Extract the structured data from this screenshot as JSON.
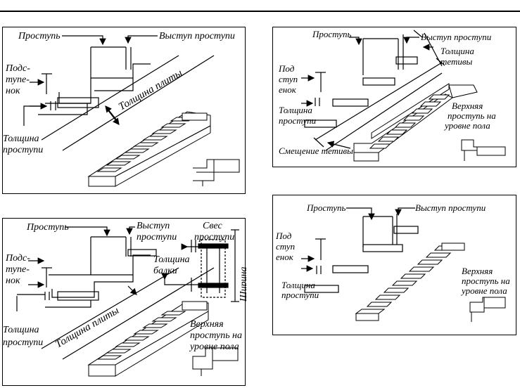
{
  "colors": {
    "ink": "#000000",
    "paper": "#ffffff"
  },
  "panel_a": {
    "tread": "Проступь",
    "nosing": "Выступ проступи",
    "riser_1": "Подс-",
    "riser_2": "тупе-",
    "riser_3": "нок",
    "slab": "Толщина плиты",
    "tread_thick_1": "Толщина",
    "tread_thick_2": "проступи"
  },
  "panel_b": {
    "tread": "Проступь",
    "nosing": "Выступ проступи",
    "stringer_thick_1": "Толщина",
    "stringer_thick_2": "тетивы",
    "riser_1": "Под",
    "riser_2": "ступ",
    "riser_3": "енок",
    "tread_thick_1": "Толщина",
    "tread_thick_2": "проступи",
    "top_1": "Верхняя",
    "top_2": "проступь на",
    "top_3": "уровне пола",
    "offset": "Смещение тетивы"
  },
  "panel_c": {
    "tread": "Проступь",
    "nosing_1": "Выступ",
    "nosing_2": "проступи",
    "overhang_1": "Свес",
    "overhang_2": "проступи",
    "riser_1": "Подс-",
    "riser_2": "тупе-",
    "riser_3": "нок",
    "beam_1": "Толщина",
    "beam_2": "балки",
    "width": "Ширина",
    "slab": "Толщина плиты",
    "tread_thick_1": "Толщина",
    "tread_thick_2": "проступи",
    "top_1": "Верхняя",
    "top_2": "проступь на",
    "top_3": "уровне пола"
  },
  "panel_d": {
    "tread": "Проступь",
    "nosing": "Выступ проступи",
    "riser_1": "Под",
    "riser_2": "ступ",
    "riser_3": "енок",
    "tread_thick_1": "Толщина",
    "tread_thick_2": "проступи",
    "top_1": "Верхняя",
    "top_2": "проступь на",
    "top_3": "уровне пола"
  }
}
